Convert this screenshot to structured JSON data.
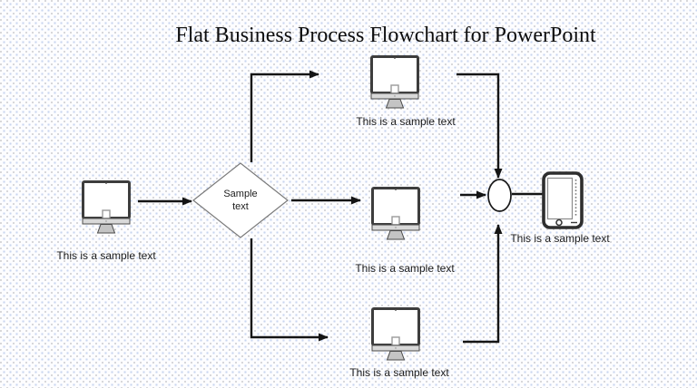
{
  "page": {
    "title": "Flat Business Process Flowchart for PowerPoint"
  },
  "flowchart": {
    "decision": {
      "shape": "diamond",
      "line1": "Sample",
      "line2": "text"
    },
    "merge_shape": "circle",
    "nodes": [
      {
        "id": "start",
        "icon": "desktop-monitor-icon",
        "caption": "This is a sample text"
      },
      {
        "id": "branch-top",
        "icon": "desktop-monitor-icon",
        "caption": "This is a sample text"
      },
      {
        "id": "branch-middle",
        "icon": "desktop-monitor-icon",
        "caption": "This is a sample text"
      },
      {
        "id": "branch-bottom",
        "icon": "desktop-monitor-icon",
        "caption": "This is a sample text"
      },
      {
        "id": "end",
        "icon": "smartphone-icon",
        "caption": "This is a sample text"
      }
    ]
  },
  "colors": {
    "connector": "#141414",
    "diamond_stroke": "#7a7a7a",
    "monitor_frame": "#3d3d3d",
    "phone_frame": "#2e2e2e",
    "background_dot_blue": "#c9d6ef",
    "background_dot_gray": "#d9d9d9",
    "shape_fill": "#ffffff"
  }
}
